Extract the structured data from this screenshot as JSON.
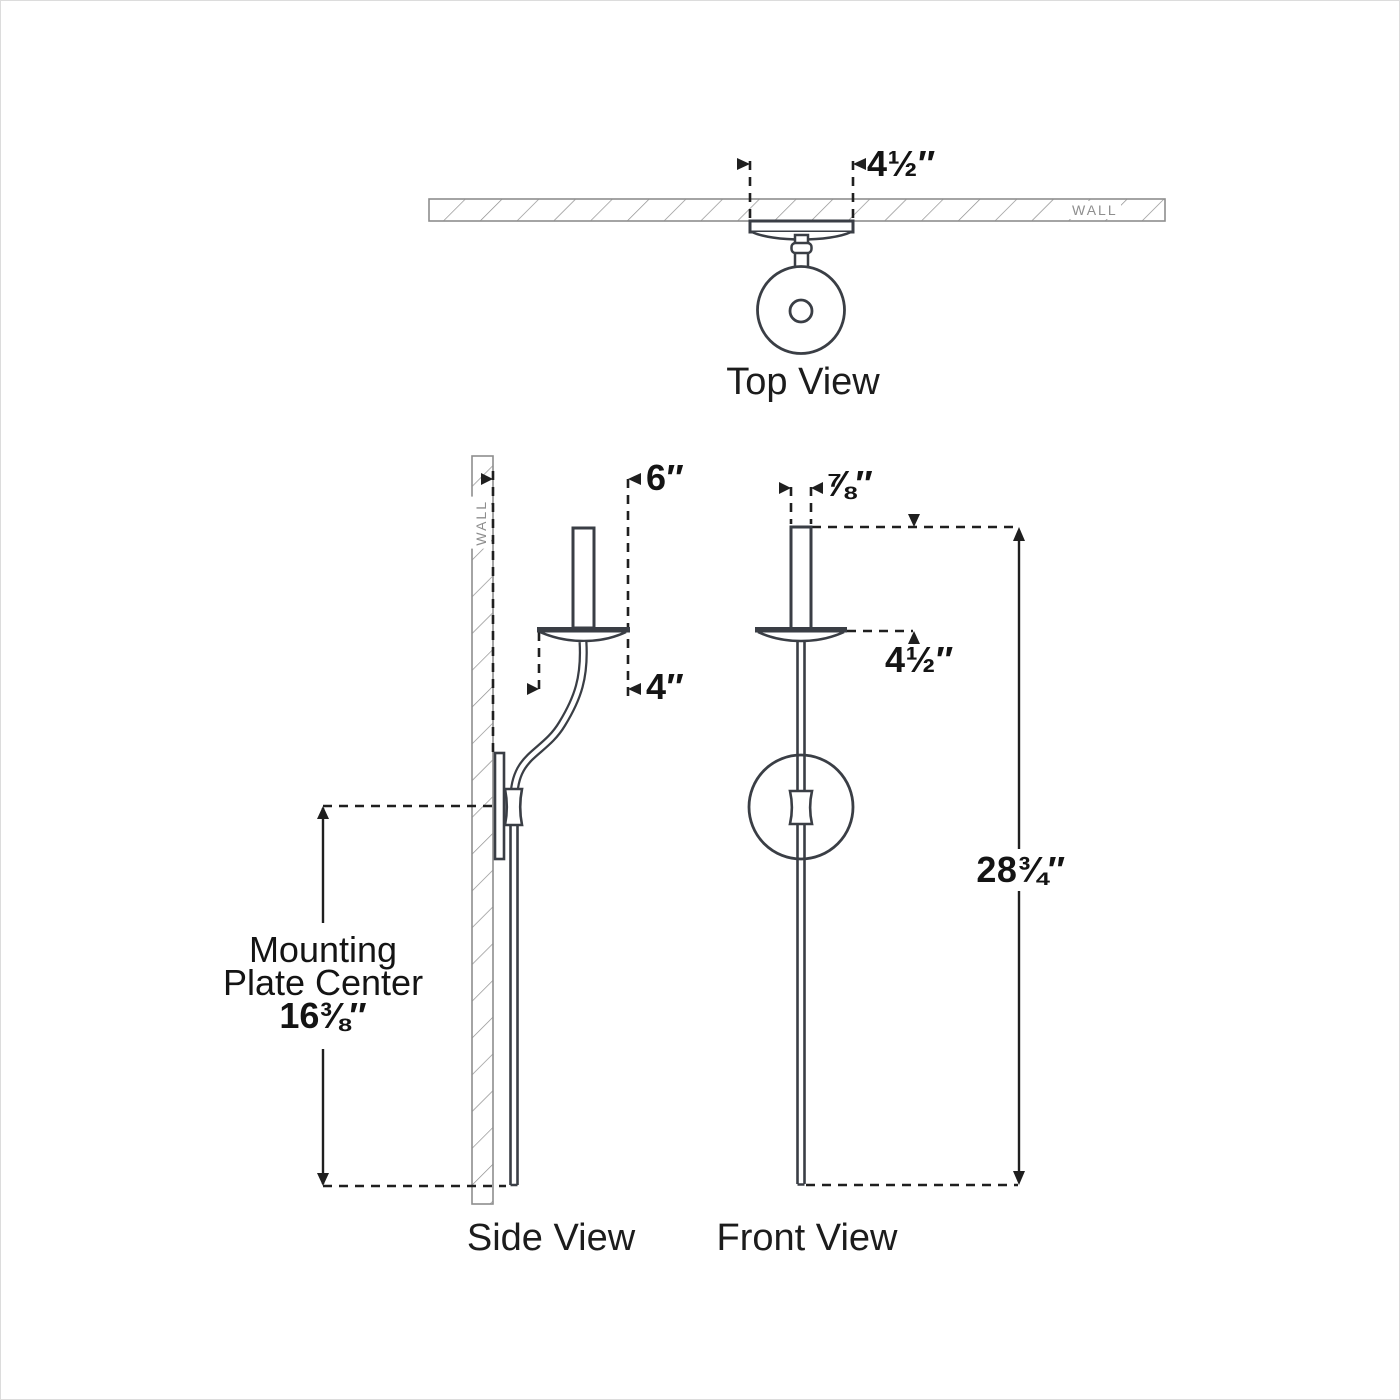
{
  "page": {
    "background": "#ffffff",
    "border_color": "#dcdcdc"
  },
  "colors": {
    "fixture_line": "#3a3e45",
    "wall_line": "#8e8e8e",
    "dimension_line": "#1f1f1f",
    "text": "#141414"
  },
  "views": {
    "top": {
      "label": "Top View",
      "wall_label": "WALL",
      "dimensions": {
        "backplate_width": "4½″"
      }
    },
    "side": {
      "label": "Side View",
      "wall_label": "WALL",
      "dimensions": {
        "projection": "6″",
        "arm_depth": "4″",
        "mounting_plate_center": {
          "line1": "Mounting",
          "line2": "Plate Center",
          "value": "16⅜″"
        }
      }
    },
    "front": {
      "label": "Front View",
      "dimensions": {
        "candle_width": "⅞″",
        "candle_height": "4½″",
        "overall_height": "28¾″"
      }
    }
  }
}
